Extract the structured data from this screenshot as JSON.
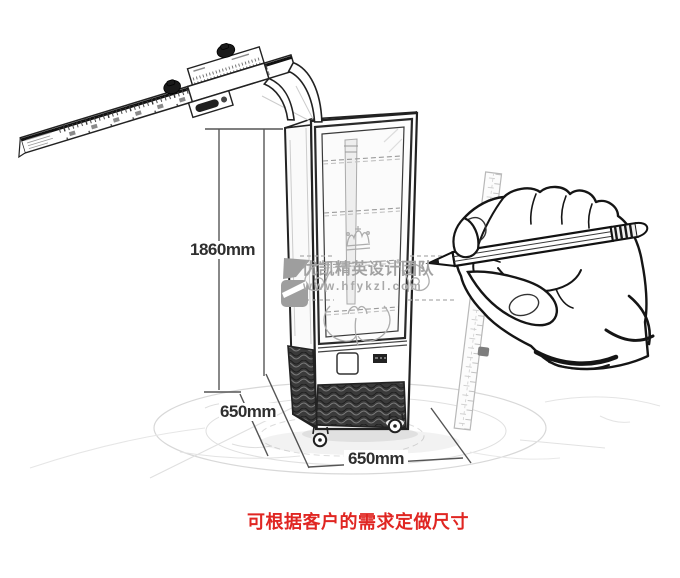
{
  "page": {
    "background_color": "#ffffff"
  },
  "caption": {
    "text": "可根据客户的需求定做尺寸",
    "color": "#e02622"
  },
  "dimensions": {
    "height": {
      "label": "1860mm"
    },
    "depth": {
      "label": "650mm"
    },
    "width": {
      "label": "650mm"
    },
    "line_color": "#555555",
    "text_color": "#2f2f2f"
  },
  "watermark": {
    "brand": "优凯精英设计团队",
    "url": "www.hfykzl.com",
    "text_color": "#a2a2a2",
    "logo_color": "#9e9e9e"
  },
  "illustration": {
    "caliper_icon": "vernier-caliper-sketch",
    "cabinet_icon": "upright-glass-door-display-cabinet-sketch",
    "hand_icon": "hand-holding-pencil-sketch",
    "ruler_icon": "vertical-ruler-sketch",
    "floor_icon": "floor-ellipse-sketch",
    "ornament_icon": "crown-flourish-watermark-ornament",
    "grille_color": "#3a3a3a",
    "sketch_line_color": "#1a1a1a",
    "faint_line_color": "#d8d8d8"
  }
}
